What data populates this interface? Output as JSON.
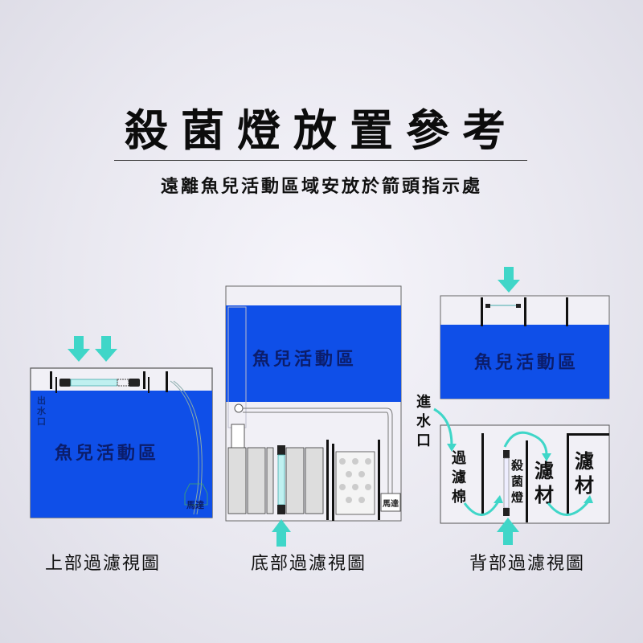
{
  "header": {
    "title": "殺菌燈放置參考",
    "subtitle": "遠離魚兒活動區域安放於箭頭指示處"
  },
  "colors": {
    "water": "#0f4fe8",
    "arrow": "#3fd6c8",
    "background": "#e9e8f0",
    "uv_tube": "#bff0f0"
  },
  "panels": [
    {
      "id": "top-filter",
      "caption": "上部過濾視圖",
      "tank_label": "魚兒活動區",
      "outlet_label": "出水口",
      "pump_label": "馬達",
      "arrow_count": 2
    },
    {
      "id": "bottom-filter",
      "caption": "底部過濾視圖",
      "tank_label": "魚兒活動區",
      "pump_label": "馬達",
      "arrow_count": 1
    },
    {
      "id": "back-filter",
      "caption": "背部過濾視圖",
      "tank_label": "魚兒活動區",
      "inlet_label": "進水口",
      "chambers": [
        "過濾棉",
        "殺菌燈",
        "濾材",
        "濾材"
      ],
      "arrow_count": 2
    }
  ]
}
